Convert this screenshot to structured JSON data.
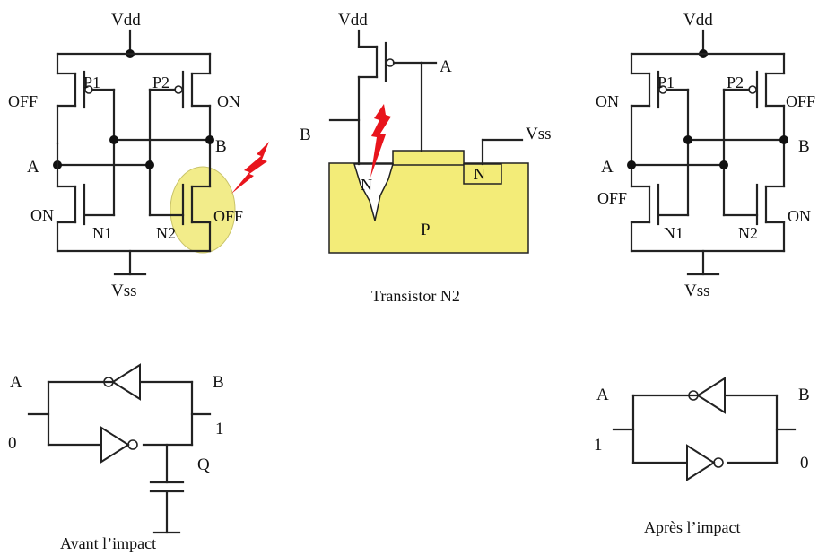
{
  "left_cell": {
    "vdd": "Vdd",
    "vss": "Vss",
    "p1": "P1",
    "p2": "P2",
    "n1": "N1",
    "n2": "N2",
    "state_p1": "OFF",
    "state_p2": "ON",
    "state_n1": "ON",
    "state_n2": "OFF",
    "node_a": "A",
    "node_b": "B",
    "highlight_color": "#f2ec8a",
    "bolt_color": "#e8141c"
  },
  "middle_transistor": {
    "vdd": "Vdd",
    "gate_in": "A",
    "drain_label": "B",
    "vss": "Vss",
    "well_n_left": "N",
    "well_n_right": "N",
    "substrate": "P",
    "caption": "Transistor N2",
    "substrate_color": "#f3ec78",
    "bolt_color": "#e8141c"
  },
  "right_cell": {
    "vdd": "Vdd",
    "vss": "Vss",
    "p1": "P1",
    "p2": "P2",
    "n1": "N1",
    "n2": "N2",
    "state_p1": "ON",
    "state_p2": "OFF",
    "state_n1": "OFF",
    "state_n2": "ON",
    "node_a": "A",
    "node_b": "B"
  },
  "latch_before": {
    "a": "A",
    "b": "B",
    "val_left": "0",
    "val_right": "1",
    "q": "Q",
    "caption": "Avant l’impact"
  },
  "latch_after": {
    "a": "A",
    "b": "B",
    "val_left": "1",
    "val_right": "0",
    "caption": "Après l’impact"
  }
}
